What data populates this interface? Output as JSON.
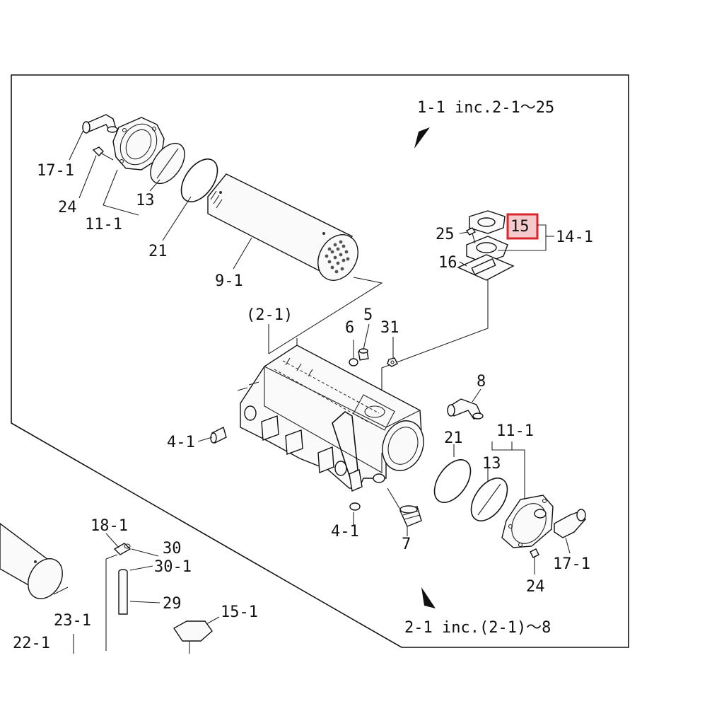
{
  "diagram": {
    "title": "Exploded parts view",
    "notes": {
      "upper": "1-1  inc.2-1～25",
      "lower": "2-1  inc.(2-1)～8"
    },
    "highlight": {
      "label": "15",
      "color": "#d7262d",
      "fill": "#f6c9cc"
    },
    "labels": {
      "p17_1_a": "17-1",
      "p24_a": "24",
      "p11_1_a": "11-1",
      "p13_a": "13",
      "p21_a": "21",
      "p9_1": "9-1",
      "p25": "25",
      "p15": "15",
      "p14_1": "14-1",
      "p16": "16",
      "p2_1": "(2-1)",
      "p6": "6",
      "p5": "5",
      "p31": "31",
      "p8": "8",
      "p4_1_a": "4-1",
      "p4_1_b": "4-1",
      "p7": "7",
      "p21_b": "21",
      "p13_b": "13",
      "p11_1_b": "11-1",
      "p17_1_b": "17-1",
      "p24_b": "24",
      "p18_1": "18-1",
      "p30": "30",
      "p30_1": "30-1",
      "p29": "29",
      "p15_1": "15-1",
      "p23_1": "23-1",
      "p22_1": "22-1"
    }
  }
}
